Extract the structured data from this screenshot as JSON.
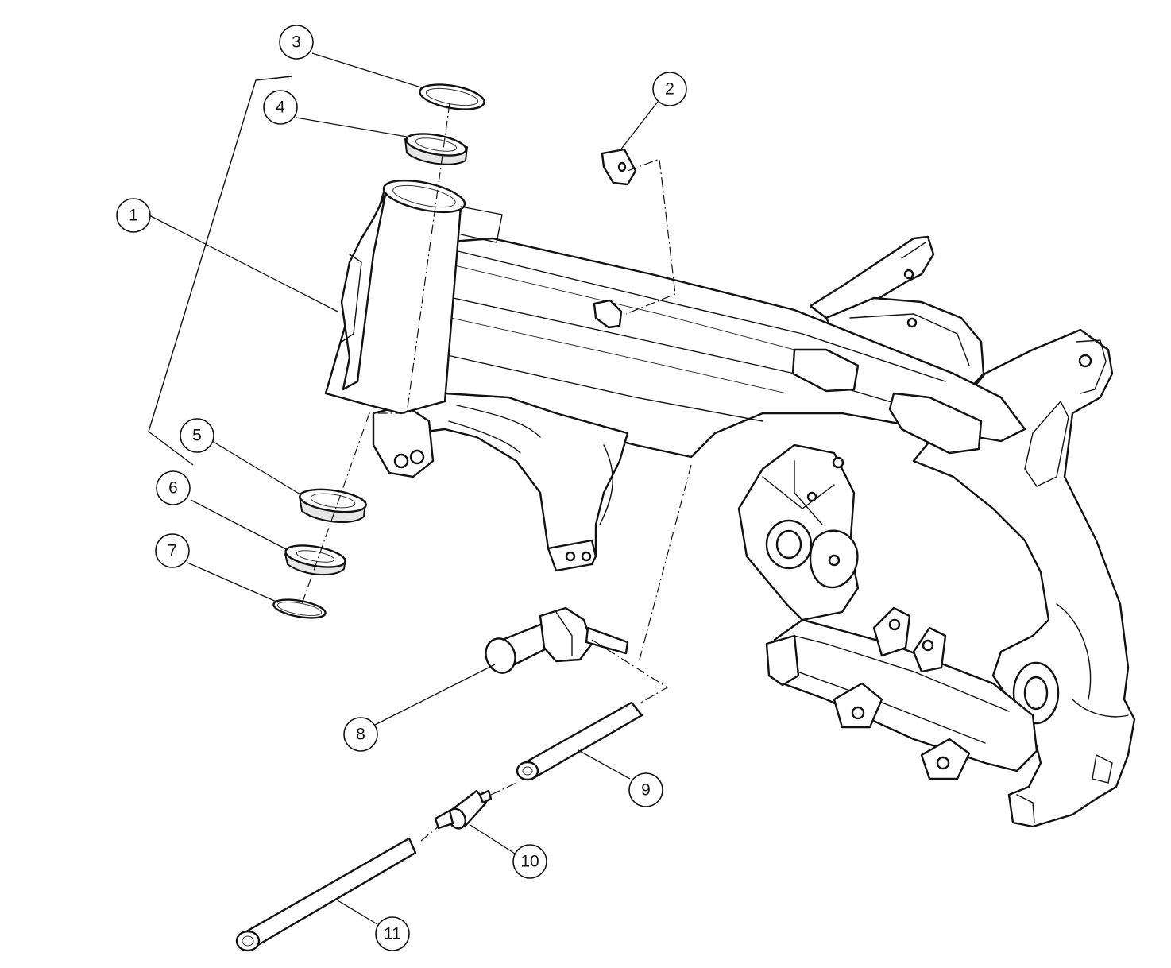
{
  "callouts": [
    {
      "id": "1",
      "label": "1"
    },
    {
      "id": "2",
      "label": "2"
    },
    {
      "id": "3",
      "label": "3"
    },
    {
      "id": "4",
      "label": "4"
    },
    {
      "id": "5",
      "label": "5"
    },
    {
      "id": "6",
      "label": "6"
    },
    {
      "id": "7",
      "label": "7"
    },
    {
      "id": "8",
      "label": "8"
    },
    {
      "id": "9",
      "label": "9"
    },
    {
      "id": "10",
      "label": "10"
    },
    {
      "id": "11",
      "label": "11"
    }
  ],
  "colors": {
    "line": "#111111",
    "background": "#ffffff",
    "shade": "#e6e6e6"
  }
}
